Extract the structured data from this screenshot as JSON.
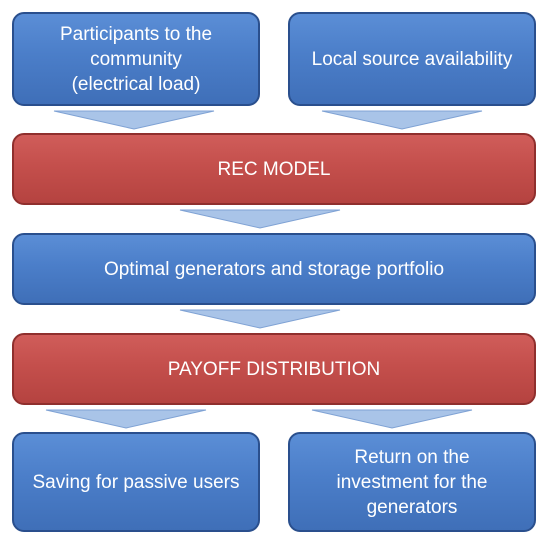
{
  "diagram": {
    "nodes": {
      "participants": "Participants to the\ncommunity\n(electrical load)",
      "local_source": "Local source availability",
      "rec_model": "REC MODEL",
      "optimal_portfolio": "Optimal generators and storage portfolio",
      "payoff_distribution": "PAYOFF DISTRIBUTION",
      "saving_passive": "Saving for passive users",
      "return_investment": "Return on the\ninvestment for the\ngenerators"
    },
    "edges": [
      [
        "participants",
        "rec_model"
      ],
      [
        "local_source",
        "rec_model"
      ],
      [
        "rec_model",
        "optimal_portfolio"
      ],
      [
        "optimal_portfolio",
        "payoff_distribution"
      ],
      [
        "payoff_distribution",
        "saving_passive"
      ],
      [
        "payoff_distribution",
        "return_investment"
      ]
    ],
    "colors": {
      "input_output_box": "#4a7cc7",
      "process_box": "#c0504d",
      "arrow_fill": "#a9c4e8"
    }
  }
}
